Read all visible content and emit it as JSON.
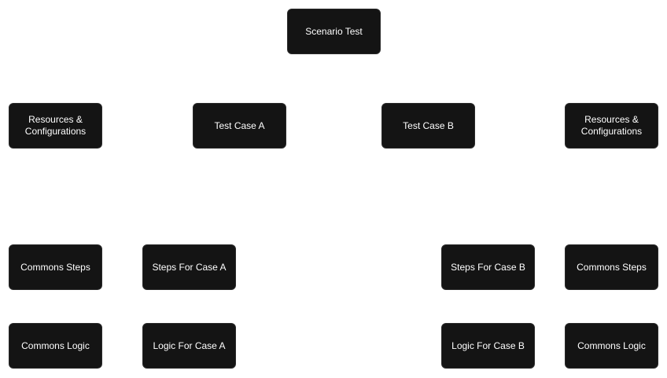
{
  "nodes": {
    "scenario": "Scenario Test",
    "resources_left": "Resources &\nConfigurations",
    "case_a": "Test Case A",
    "case_b": "Test Case B",
    "resources_right": "Resources &\nConfigurations",
    "commons_steps_left": "Commons Steps",
    "steps_a": "Steps For Case A",
    "steps_b": "Steps For Case B",
    "commons_steps_right": "Commons Steps",
    "commons_logic_left": "Commons Logic",
    "logic_a": "Logic For Case A",
    "logic_b": "Logic For Case B",
    "commons_logic_right": "Commons Logic"
  },
  "colors": {
    "node_fill": "#141414",
    "node_text": "#ffffff",
    "background": "#ffffff"
  }
}
